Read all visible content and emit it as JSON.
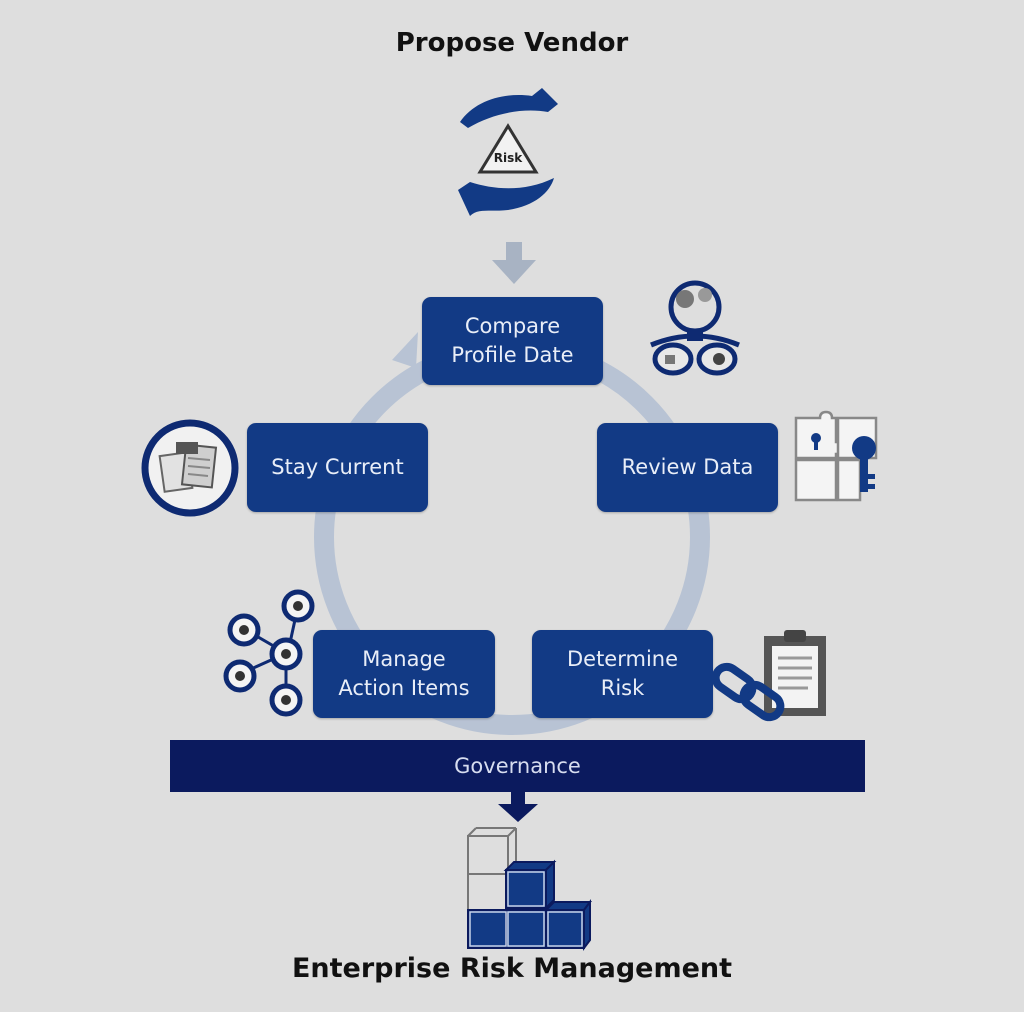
{
  "diagram": {
    "top_title": "Propose Vendor",
    "bottom_title": "Enterprise Risk Management",
    "risk_label": "Risk",
    "stages": {
      "compare": "Compare\nProfile Date",
      "review": "Review Data",
      "determine_risk": "Determine\nRisk",
      "manage": "Manage\nAction Items",
      "stay_current": "Stay Current"
    },
    "governance": "Governance"
  },
  "colors": {
    "background": "#dedede",
    "stage_fill": "#123a85",
    "governance_fill": "#0b1a5e",
    "ring": "#b8c3d4",
    "icon_navy": "#0e2a72"
  }
}
